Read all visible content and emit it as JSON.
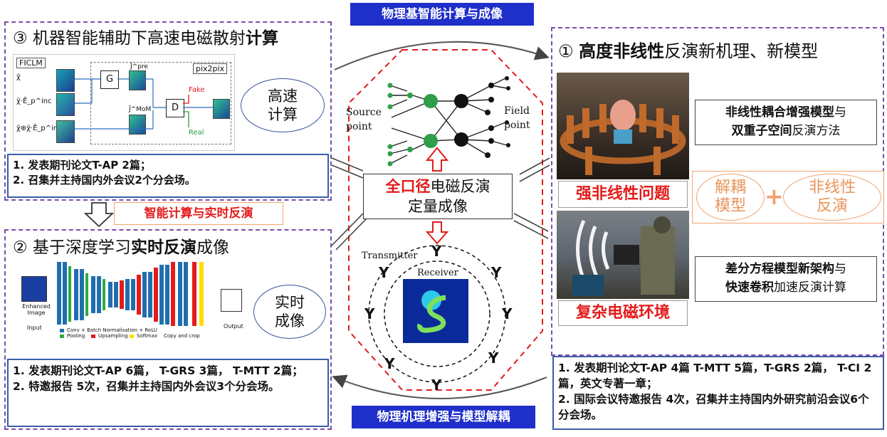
{
  "ribbons": {
    "top": "物理基智能计算与成像",
    "bottom": "物理机理增强与模型解耦",
    "middle_left": "智能计算与实时反演"
  },
  "section3": {
    "title_prefix": "③ 机器智能辅助下高速电磁散射",
    "title_bold": "计算",
    "ellipse": [
      "高速",
      "计算"
    ],
    "panel": {
      "ficlm": "FICLM",
      "pix2pix": "pix2pix",
      "g": "G",
      "d": "D",
      "fake": "Fake",
      "real": "Real",
      "in1": "χ̃",
      "in2": "χ̃·Ẽ_p^inc",
      "in3": "χ̃⊕χ̃·Ẽ_p^inc",
      "jpre": "J̃^pre",
      "jmom": "J̃^MoM"
    },
    "list": [
      {
        "pre": "1. 发表期刊论文",
        "bold": "T-AP 2",
        "post": "篇；"
      },
      {
        "pre": "2. 召集并主持国内外会议",
        "bold": "2",
        "post": "个分会场。"
      }
    ]
  },
  "section2": {
    "title_prefix": "② 基于深度学习",
    "title_bold": "实时反演",
    "title_suffix": "成像",
    "ellipse": [
      "实时",
      "成像"
    ],
    "panel": {
      "input_label": "Input",
      "output_label": "Output",
      "enhanced": "Enhanced Image",
      "legend_conv": "Conv + Batch Normalisation + ReLU",
      "legend_pool": "Pooling",
      "legend_up": "Upsampling",
      "legend_soft": "Softmax",
      "legend_copy": "Copy and crop"
    },
    "list": [
      "1. 发表期刊论文T-AP 6篇， T-GRS 3篇， T-MTT 2篇；",
      "2. 特邀报告 5次，召集并主持国内外会议3个分会场。"
    ]
  },
  "center": {
    "source_label": "Source point",
    "field_label": "Field point",
    "main_red": "全口径",
    "main_black1": "电磁反演",
    "main_black2": "定量成像",
    "transmitter": "Transmitter",
    "receiver": "Receiver"
  },
  "section1": {
    "title_prefix": "① ",
    "title_bold": "高度非线性",
    "title_suffix": "反演新机理、新模型",
    "red1": "强非线性问题",
    "red2": "复杂电磁环境",
    "box1_line1_bold": "非线性耦合增强模型",
    "box1_line1_rest": "与",
    "box1_line2_bold": "双重子空间",
    "box1_line2_rest": "反演方法",
    "box2_line1_bold": "差分方程模型新架构",
    "box2_line1_rest": "与",
    "box2_line2_bold": "快速卷积",
    "box2_line2_rest": "加速反演计算",
    "orange_left": [
      "解耦",
      "模型"
    ],
    "orange_right": [
      "非线性",
      "反演"
    ],
    "plus": "+",
    "list": [
      "1. 发表期刊论文T-AP 4篇 T-MTT 5篇，T-GRS 2篇， T-CI 2篇，英文专著一章；",
      "2. 国际会议特邀报告 4次，召集并主持国内外研究前沿会议6个分会场。"
    ]
  },
  "colors": {
    "ribbon_blue": "#1f2fc9",
    "dashed_purple": "#7b4fa8",
    "red_accent": "#e31b1b",
    "orange_accent": "#f0a470"
  }
}
